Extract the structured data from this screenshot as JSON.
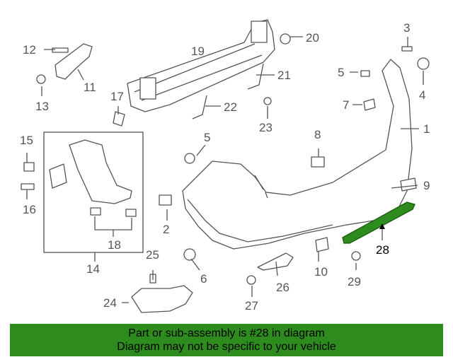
{
  "callouts": {
    "c1": "1",
    "c2": "2",
    "c3": "3",
    "c4": "4",
    "c5a": "5",
    "c5b": "5",
    "c6": "6",
    "c7": "7",
    "c8": "8",
    "c9": "9",
    "c10": "10",
    "c11": "11",
    "c12": "12",
    "c13": "13",
    "c14": "14",
    "c15": "15",
    "c16": "16",
    "c17": "17",
    "c18": "18",
    "c19": "19",
    "c20": "20",
    "c21": "21",
    "c22": "22",
    "c23": "23",
    "c24": "24",
    "c25": "25",
    "c26": "26",
    "c27": "27",
    "c28": "28",
    "c29": "29"
  },
  "banner": {
    "line1": "Part or sub-assembly is #28 in diagram",
    "line2": "Diagram may not be specific to your vehicle"
  },
  "colors": {
    "highlight_part": "#2e8b1e",
    "banner_bg": "#2e8b1e",
    "outline": "#555555"
  }
}
